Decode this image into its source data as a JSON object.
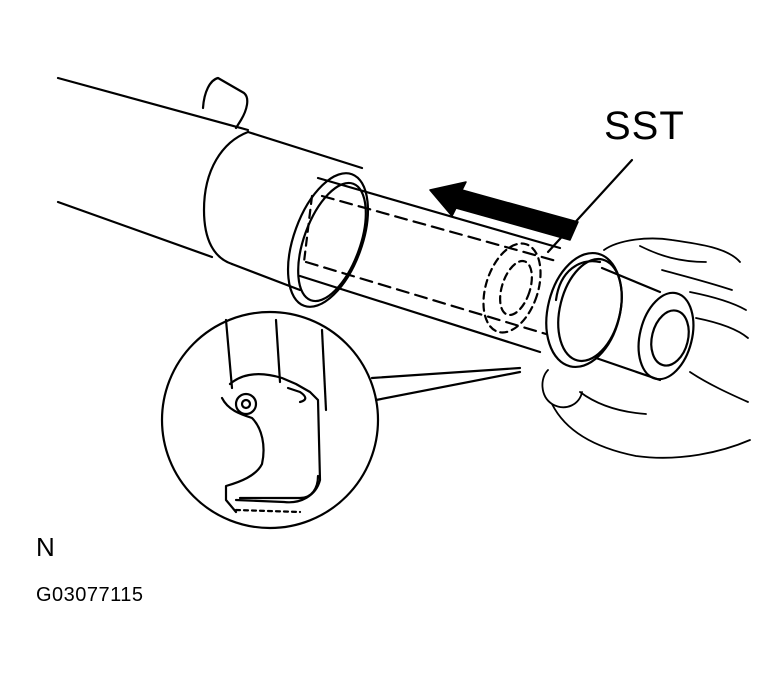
{
  "labels": {
    "tool_label": "SST",
    "view_letter": "N",
    "figure_code": "G03077115"
  },
  "colors": {
    "ink": "#000000",
    "paper": "#ffffff"
  }
}
